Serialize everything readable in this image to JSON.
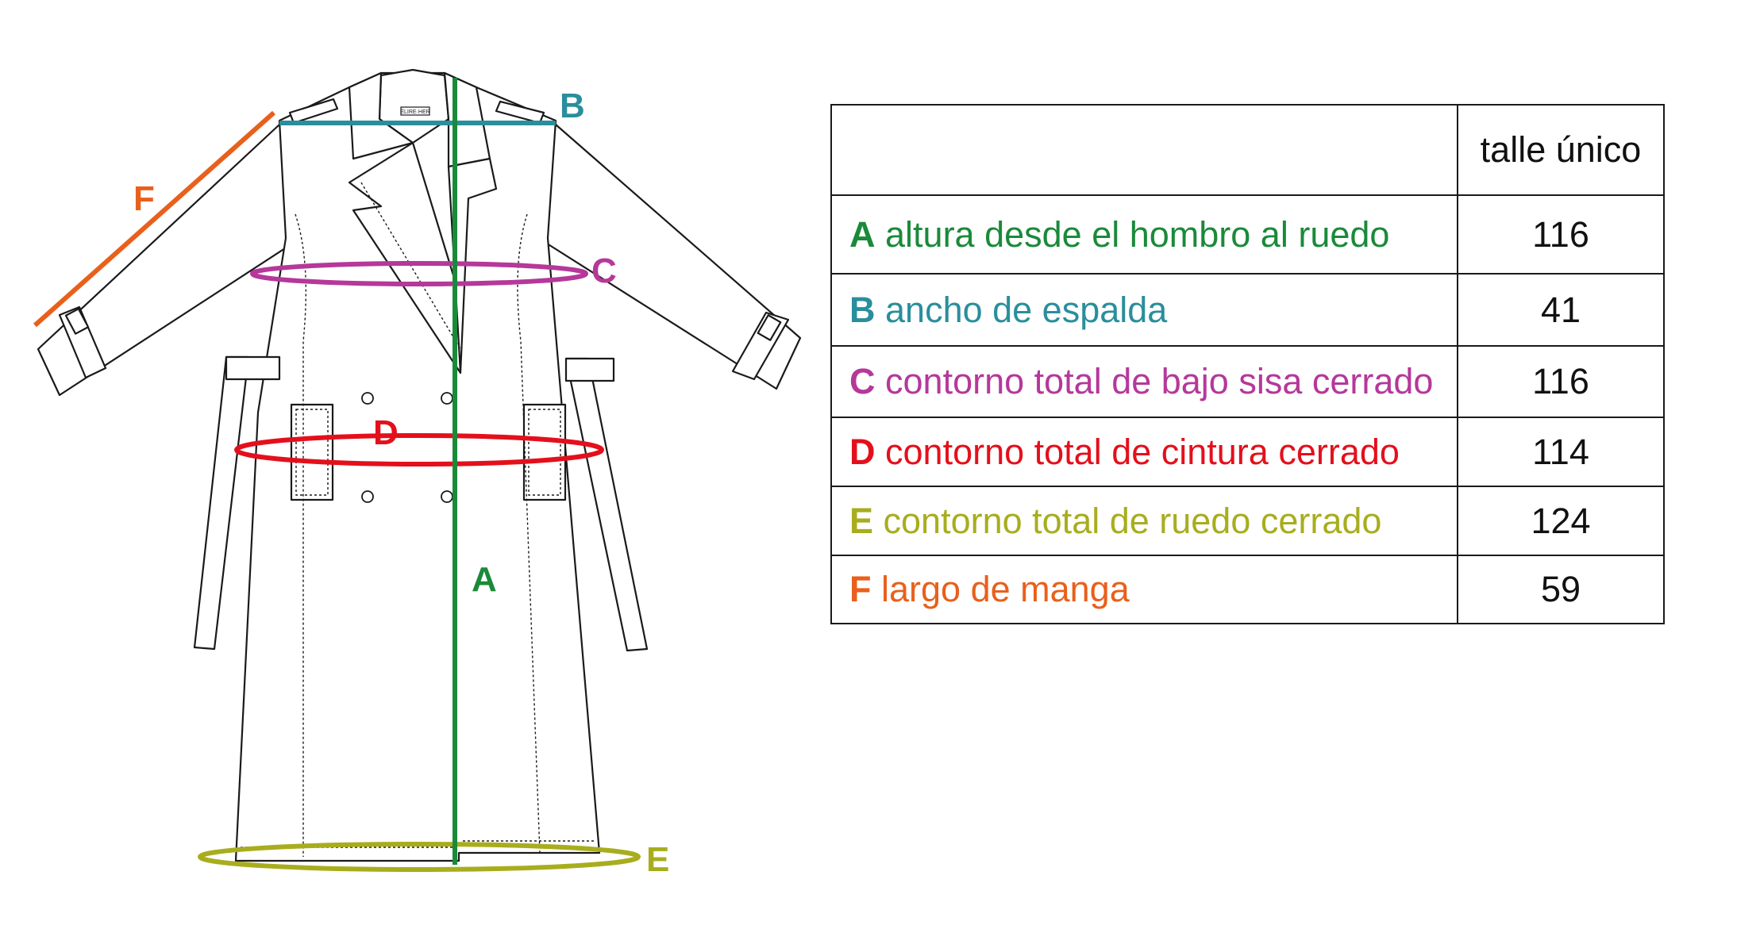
{
  "colors": {
    "A": "#1a8a3a",
    "B": "#2a8e9c",
    "C": "#b5389a",
    "D": "#e3101c",
    "E": "#a8ad1e",
    "F": "#e8601c",
    "outline": "#1a1a1a"
  },
  "diagram": {
    "brand_tag": "ÉLIRE·HER"
  },
  "table": {
    "header": "talle único",
    "rows": [
      {
        "letter": "A",
        "description": "altura desde el hombro al ruedo",
        "value": "116",
        "color": "#1a8a3a"
      },
      {
        "letter": "B",
        "description": "ancho de espalda",
        "value": "41",
        "color": "#2a8e9c"
      },
      {
        "letter": "C",
        "description": "contorno total de bajo sisa cerrado",
        "value": "116",
        "color": "#b5389a"
      },
      {
        "letter": "D",
        "description": "contorno total de cintura cerrado",
        "value": "114",
        "color": "#e3101c"
      },
      {
        "letter": "E",
        "description": "contorno total de ruedo cerrado",
        "value": "124",
        "color": "#a8ad1e"
      },
      {
        "letter": "F",
        "description": "largo de manga",
        "value": "59",
        "color": "#e8601c"
      }
    ]
  }
}
